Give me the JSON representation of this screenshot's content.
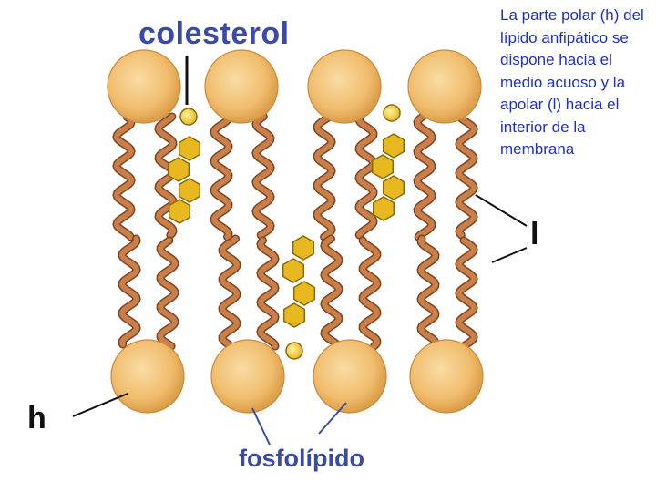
{
  "labels": {
    "colesterol": "colesterol",
    "fosfolipido": "fosfolípido",
    "hydrophilic": "h",
    "lipophilic": "l"
  },
  "caption": "La parte polar (h) del lípido anfipático se dispone hacia el medio acuoso y la apolar (l) hacia el interior de la membrana",
  "colors": {
    "head_fill": "#f3c377",
    "head_shade": "#d99a45",
    "tail": "#c97f47",
    "tail_outline": "#7d4424",
    "sterol": "#e8b820",
    "sterol_outline": "#8b6a08",
    "label_blue": "#3a4aa8",
    "caption_blue": "#1f30c8"
  }
}
